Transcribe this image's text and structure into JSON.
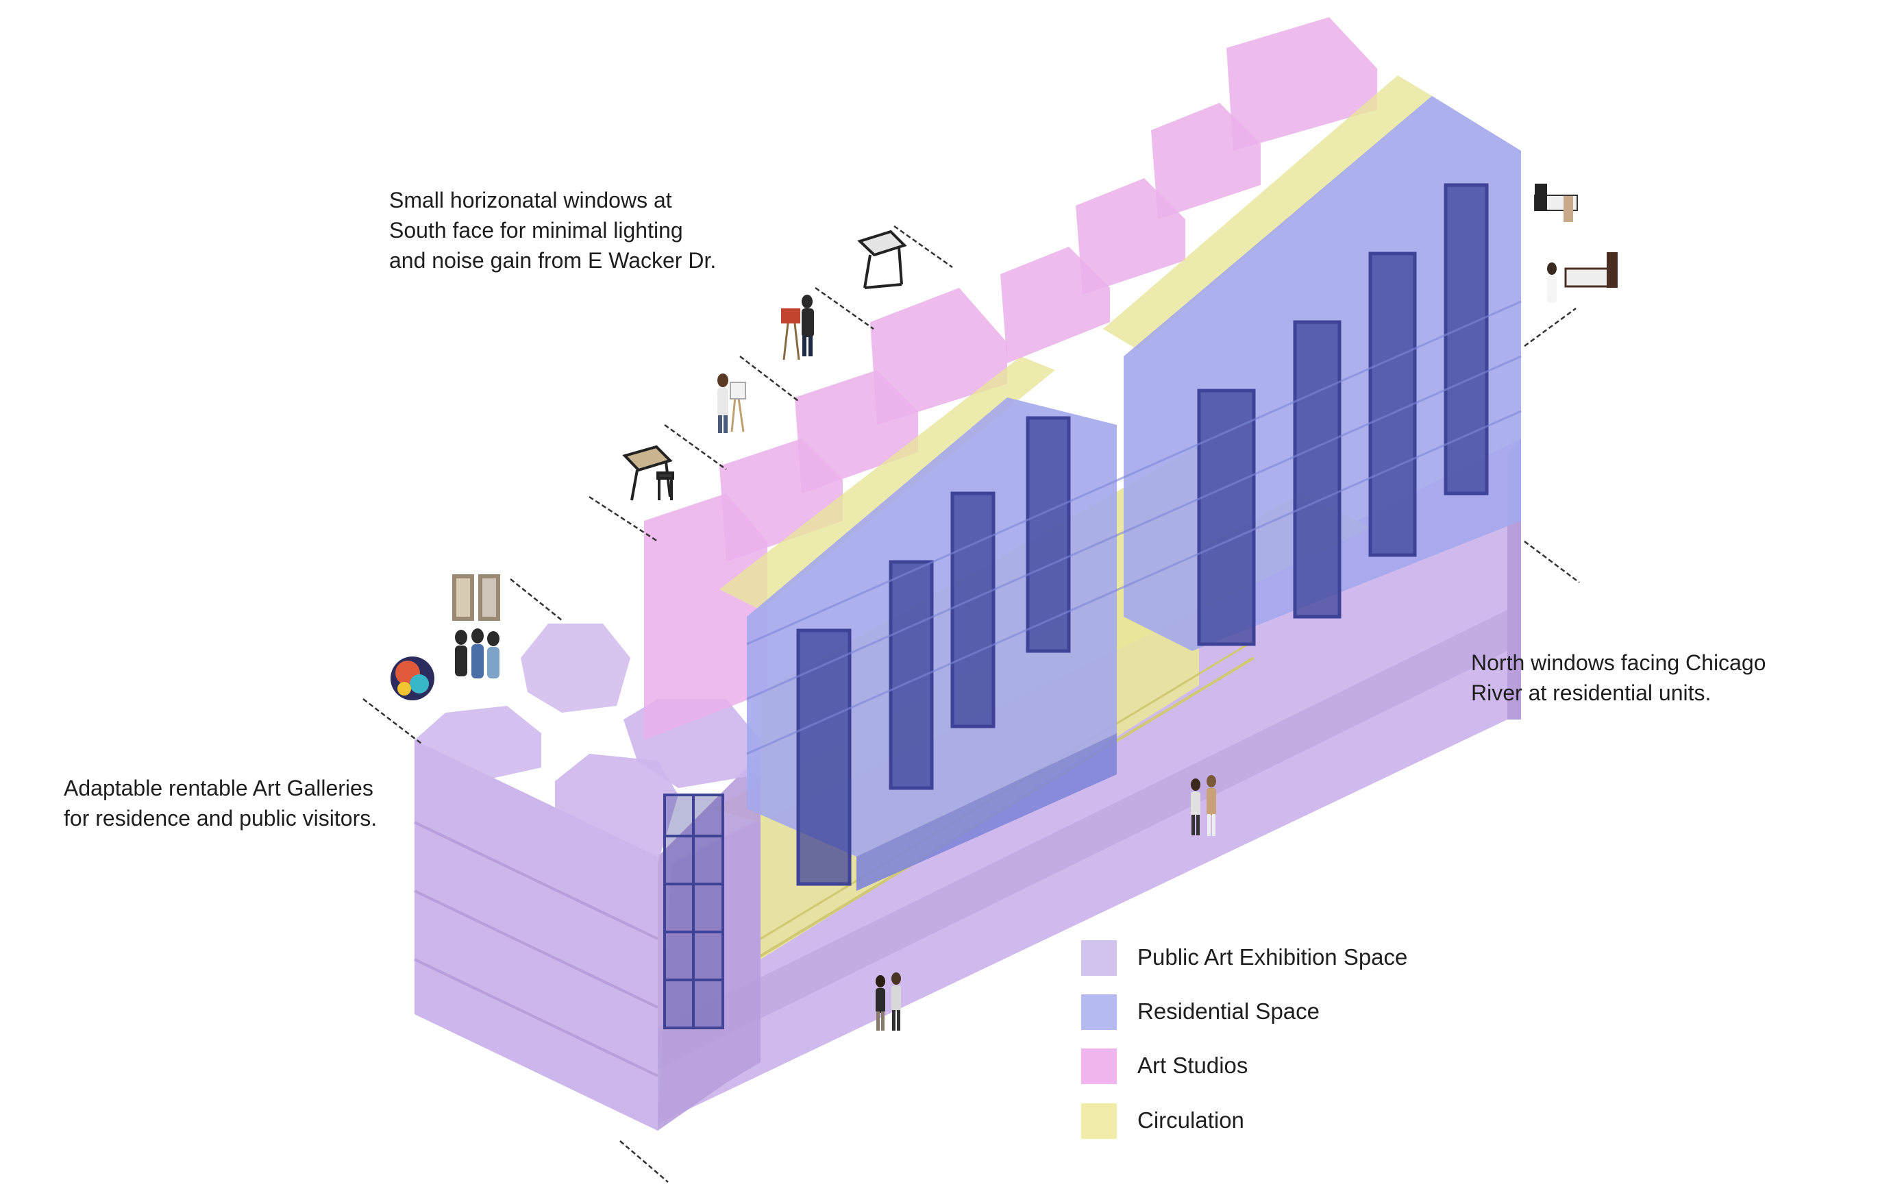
{
  "annotations": {
    "south_windows": [
      "Small horizonatal windows at",
      "South face for minimal lighting",
      "and noise gain from E Wacker Dr."
    ],
    "galleries": [
      "Adaptable rentable Art Galleries",
      "for residence and public visitors."
    ],
    "north_windows": [
      "North windows facing Chicago",
      "River at residential units."
    ]
  },
  "legend": [
    {
      "label": "Public Art Exhibition Space",
      "color": "#d2c3ee"
    },
    {
      "label": "Residential Space",
      "color": "#b5bbf1"
    },
    {
      "label": "Art Studios",
      "color": "#f0b5ec"
    },
    {
      "label": "Circulation",
      "color": "#f1eda8"
    }
  ],
  "colors": {
    "exhibition": "#cdb6ec",
    "exhibition_dark": "#b89fdc",
    "residential": "#a3a8ec",
    "residential_dark": "#7f86d8",
    "studio": "#eab0ea",
    "studio_dark": "#d98fd8",
    "circulation": "#e9e59a",
    "circulation_dark": "#cfca72",
    "window": "#3e4398",
    "leader_line": "#333333"
  },
  "icons": [
    "easel-artist-icon",
    "drafting-table-icon",
    "painter-icon",
    "gallery-visitors-icon",
    "framed-art-icon",
    "portrait-art-icon",
    "bed-icon",
    "pedestrian-icon"
  ]
}
